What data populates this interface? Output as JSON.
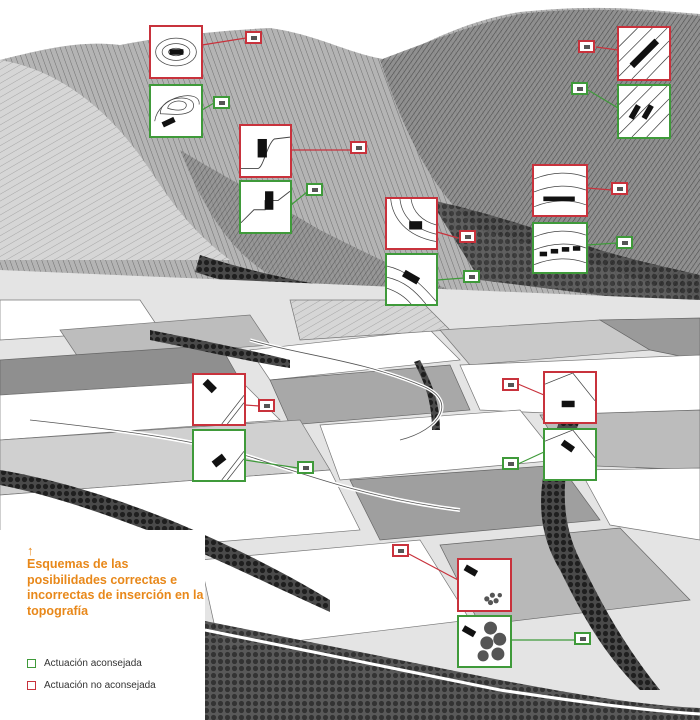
{
  "caption": {
    "arrow": "↑",
    "title": "Esquemas de las posibilidades correctas e incorrectas de inserción en la topografía"
  },
  "legend": [
    {
      "label": "Actuación aconsejada",
      "kind": "advised",
      "color": "#3f9a3a"
    },
    {
      "label": "Actuación no aconsejada",
      "kind": "not-advised",
      "color": "#c8323c"
    }
  ],
  "schemes": [
    {
      "id": "hilltop",
      "advised": "perpendicular-to-contours",
      "not_advised": "across-contours"
    },
    {
      "id": "slope-cut",
      "advised": "stepped-terrace",
      "not_advised": "cut-into-slope"
    },
    {
      "id": "mid-slope",
      "advised": "parallel-to-contours",
      "not_advised": "across-contours"
    },
    {
      "id": "right-slope",
      "advised": "aligned-with-contours",
      "not_advised": "across-contours"
    },
    {
      "id": "ridge",
      "advised": "split-volumes",
      "not_advised": "single-volume"
    },
    {
      "id": "plain-left",
      "advised": "along-road",
      "not_advised": "oblique-to-road"
    },
    {
      "id": "plain-right",
      "advised": "along-field-edge",
      "not_advised": "oblique"
    },
    {
      "id": "riverside",
      "advised": "with-vegetation",
      "not_advised": "isolated"
    }
  ],
  "colors": {
    "advised": "#3f9a3a",
    "not_advised": "#c8323c",
    "caption": "#e8881a"
  }
}
